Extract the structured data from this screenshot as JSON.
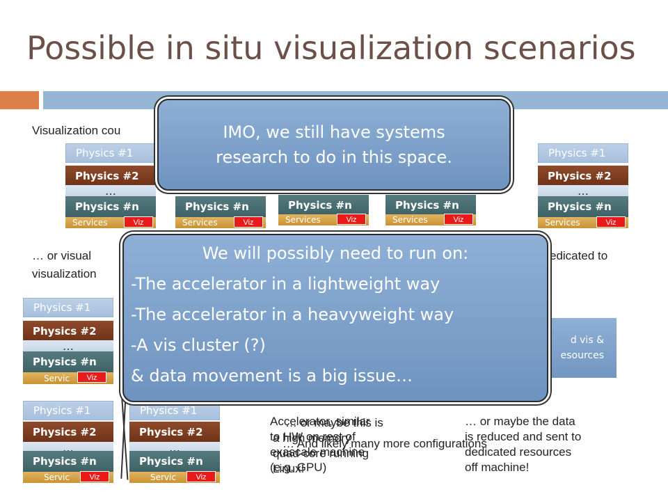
{
  "title": "Possible in situ visualization scenarios",
  "intro_line": "Visualization cou",
  "left_text_1": "… or visual",
  "left_text_2": "visualization",
  "right_text_1": "edicated to",
  "stack_labels": {
    "physics1": "Physics #1",
    "physics2": "Physics #2",
    "dots": "…",
    "physicsn": "Physics #n",
    "services": "Services",
    "services_clipped": "Servic",
    "viz": "Viz"
  },
  "callout_top": {
    "line1": "IMO, we still have systems",
    "line2": "research to do in this space."
  },
  "callout_main": {
    "heading": "We will possibly need to run on:",
    "items": [
      "-The accelerator in a lightweight way",
      "-The accelerator in a heavyweight way",
      "-A vis cluster (?)",
      "& data movement is a big issue…"
    ]
  },
  "vis_box": {
    "line1": "d vis &",
    "line2": "esources"
  },
  "overlap_text": {
    "a1": "Accelerator, similar",
    "a2": "to HW on rest of",
    "a3": "exascale machine",
    "a4": "(e.g. GPU)",
    "b1": "… or maybe this is",
    "b2": "a high memory",
    "b3": "quad-core running",
    "b4": "Linux!",
    "c": "… And likely many more configurations"
  },
  "right_bottom": [
    "… or maybe the data",
    "is reduced and sent to",
    "dedicated resources",
    "off machine!"
  ],
  "colors": {
    "title": "#6b5048",
    "accent_orange": "#dd8047",
    "accent_blue": "#94b6d2",
    "physics2": "#7a3a1e",
    "physicsn": "#4a6e72",
    "services": "#d6a24a",
    "viz": "#e81a1a"
  }
}
